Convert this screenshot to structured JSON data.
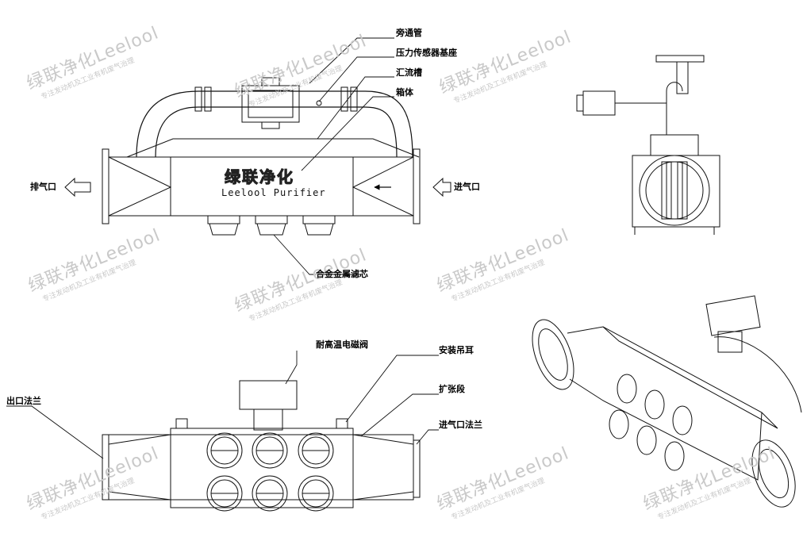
{
  "watermarks": [
    {
      "big": "绿联净化Leelool",
      "small": "专注发动机及工业有机废气治理"
    },
    {
      "big": "绿联净化Leelool",
      "small": "专注发动机及工业有机废气治理"
    },
    {
      "big": "绿联净化Leelool",
      "small": "专注发动机及工业有机废气治理"
    },
    {
      "big": "绿联净化Leelool",
      "small": "专注发动机及工业有机废气治理"
    },
    {
      "big": "绿联净化Leelool",
      "small": "专注发动机及工业有机废气治理"
    },
    {
      "big": "绿联净化Leelool",
      "small": "专注发动机及工业有机废气治理"
    },
    {
      "big": "绿联净化Leelool",
      "small": "专注发动机及工业有机废气治理"
    },
    {
      "big": "绿联净化Leelool",
      "small": "专注发动机及工业有机废气治理"
    },
    {
      "big": "绿联净化Leelool",
      "small": "专注发动机及工业有机废气治理"
    }
  ],
  "front_view": {
    "brand_cn": "绿联净化",
    "brand_en": "Leelool Purifier",
    "labels": {
      "bypass_pipe": "旁通管",
      "pressure_sensor_base": "压力传感器基座",
      "collector_groove": "汇流槽",
      "box_body": "箱体",
      "exhaust_outlet": "排气口",
      "intake_inlet": "进气口",
      "alloy_filter": "合金金属滤芯"
    }
  },
  "bottom_view": {
    "labels": {
      "solenoid_valve": "耐高温电磁阀",
      "lifting_lug": "安装吊耳",
      "outlet_flange": "出口法兰",
      "expansion_section": "扩张段",
      "inlet_flange": "进气口法兰"
    }
  }
}
